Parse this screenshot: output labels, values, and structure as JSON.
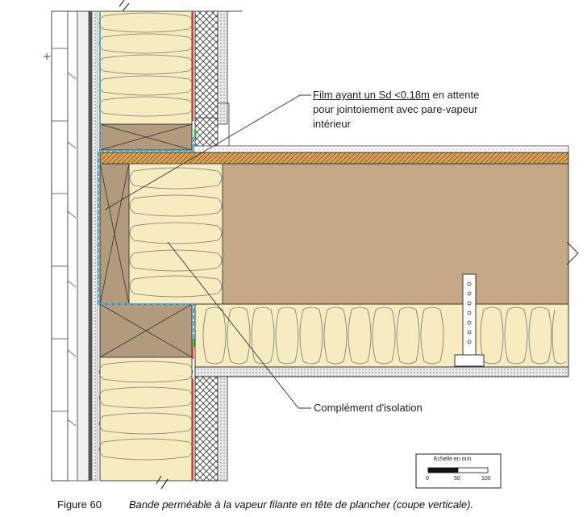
{
  "annotations": {
    "film_line1_underlined": "Film ayant un Sd <0.18m",
    "film_line1_rest": " en attente",
    "film_line2": "pour jointoiement avec pare-vapeur",
    "film_line3": "intérieur",
    "complement": "Complément d'isolation"
  },
  "scale": {
    "title": "Echelle en mm",
    "ticks": [
      "0",
      "50",
      "100"
    ]
  },
  "caption": {
    "number": "Figure 60",
    "text": "Bande perméable à la vapeur filante en tête de plancher (coupe verticale)."
  },
  "colors": {
    "insulation": "#f6ecc0",
    "timber": "#b29a7c",
    "floor_slab": "#c6a886",
    "osb": "#d9a054",
    "membrane_red": "#e8332b",
    "membrane_blue": "#3ab3e6"
  }
}
